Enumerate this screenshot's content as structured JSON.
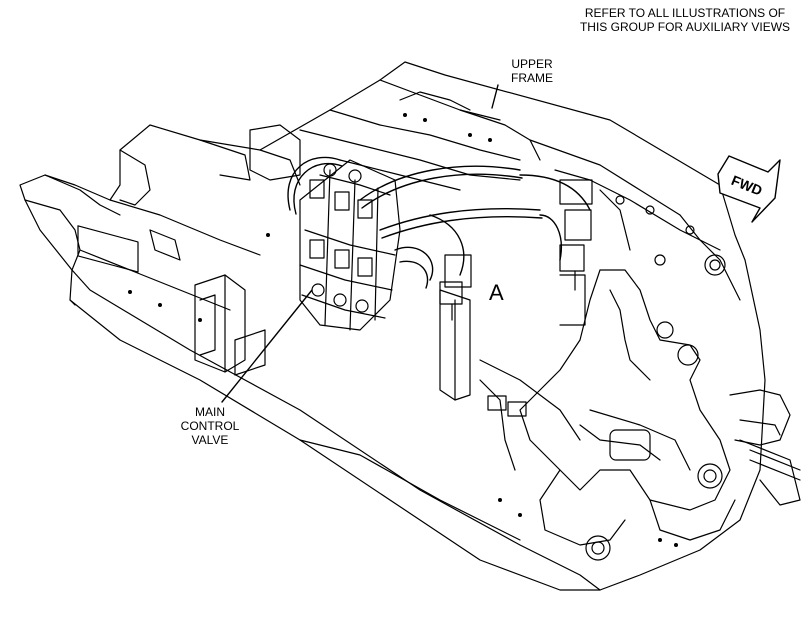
{
  "note": {
    "line1": "REFER TO ALL ILLUSTRATIONS OF",
    "line2": "THIS GROUP FOR AUXILIARY VIEWS"
  },
  "labels": {
    "upper_frame": {
      "line1": "UPPER",
      "line2": "FRAME"
    },
    "main_control_valve": {
      "line1": "MAIN",
      "line2": "CONTROL",
      "line3": "VALVE"
    },
    "view_marker": "A"
  },
  "fwd_arrow": {
    "text": "FWD"
  }
}
